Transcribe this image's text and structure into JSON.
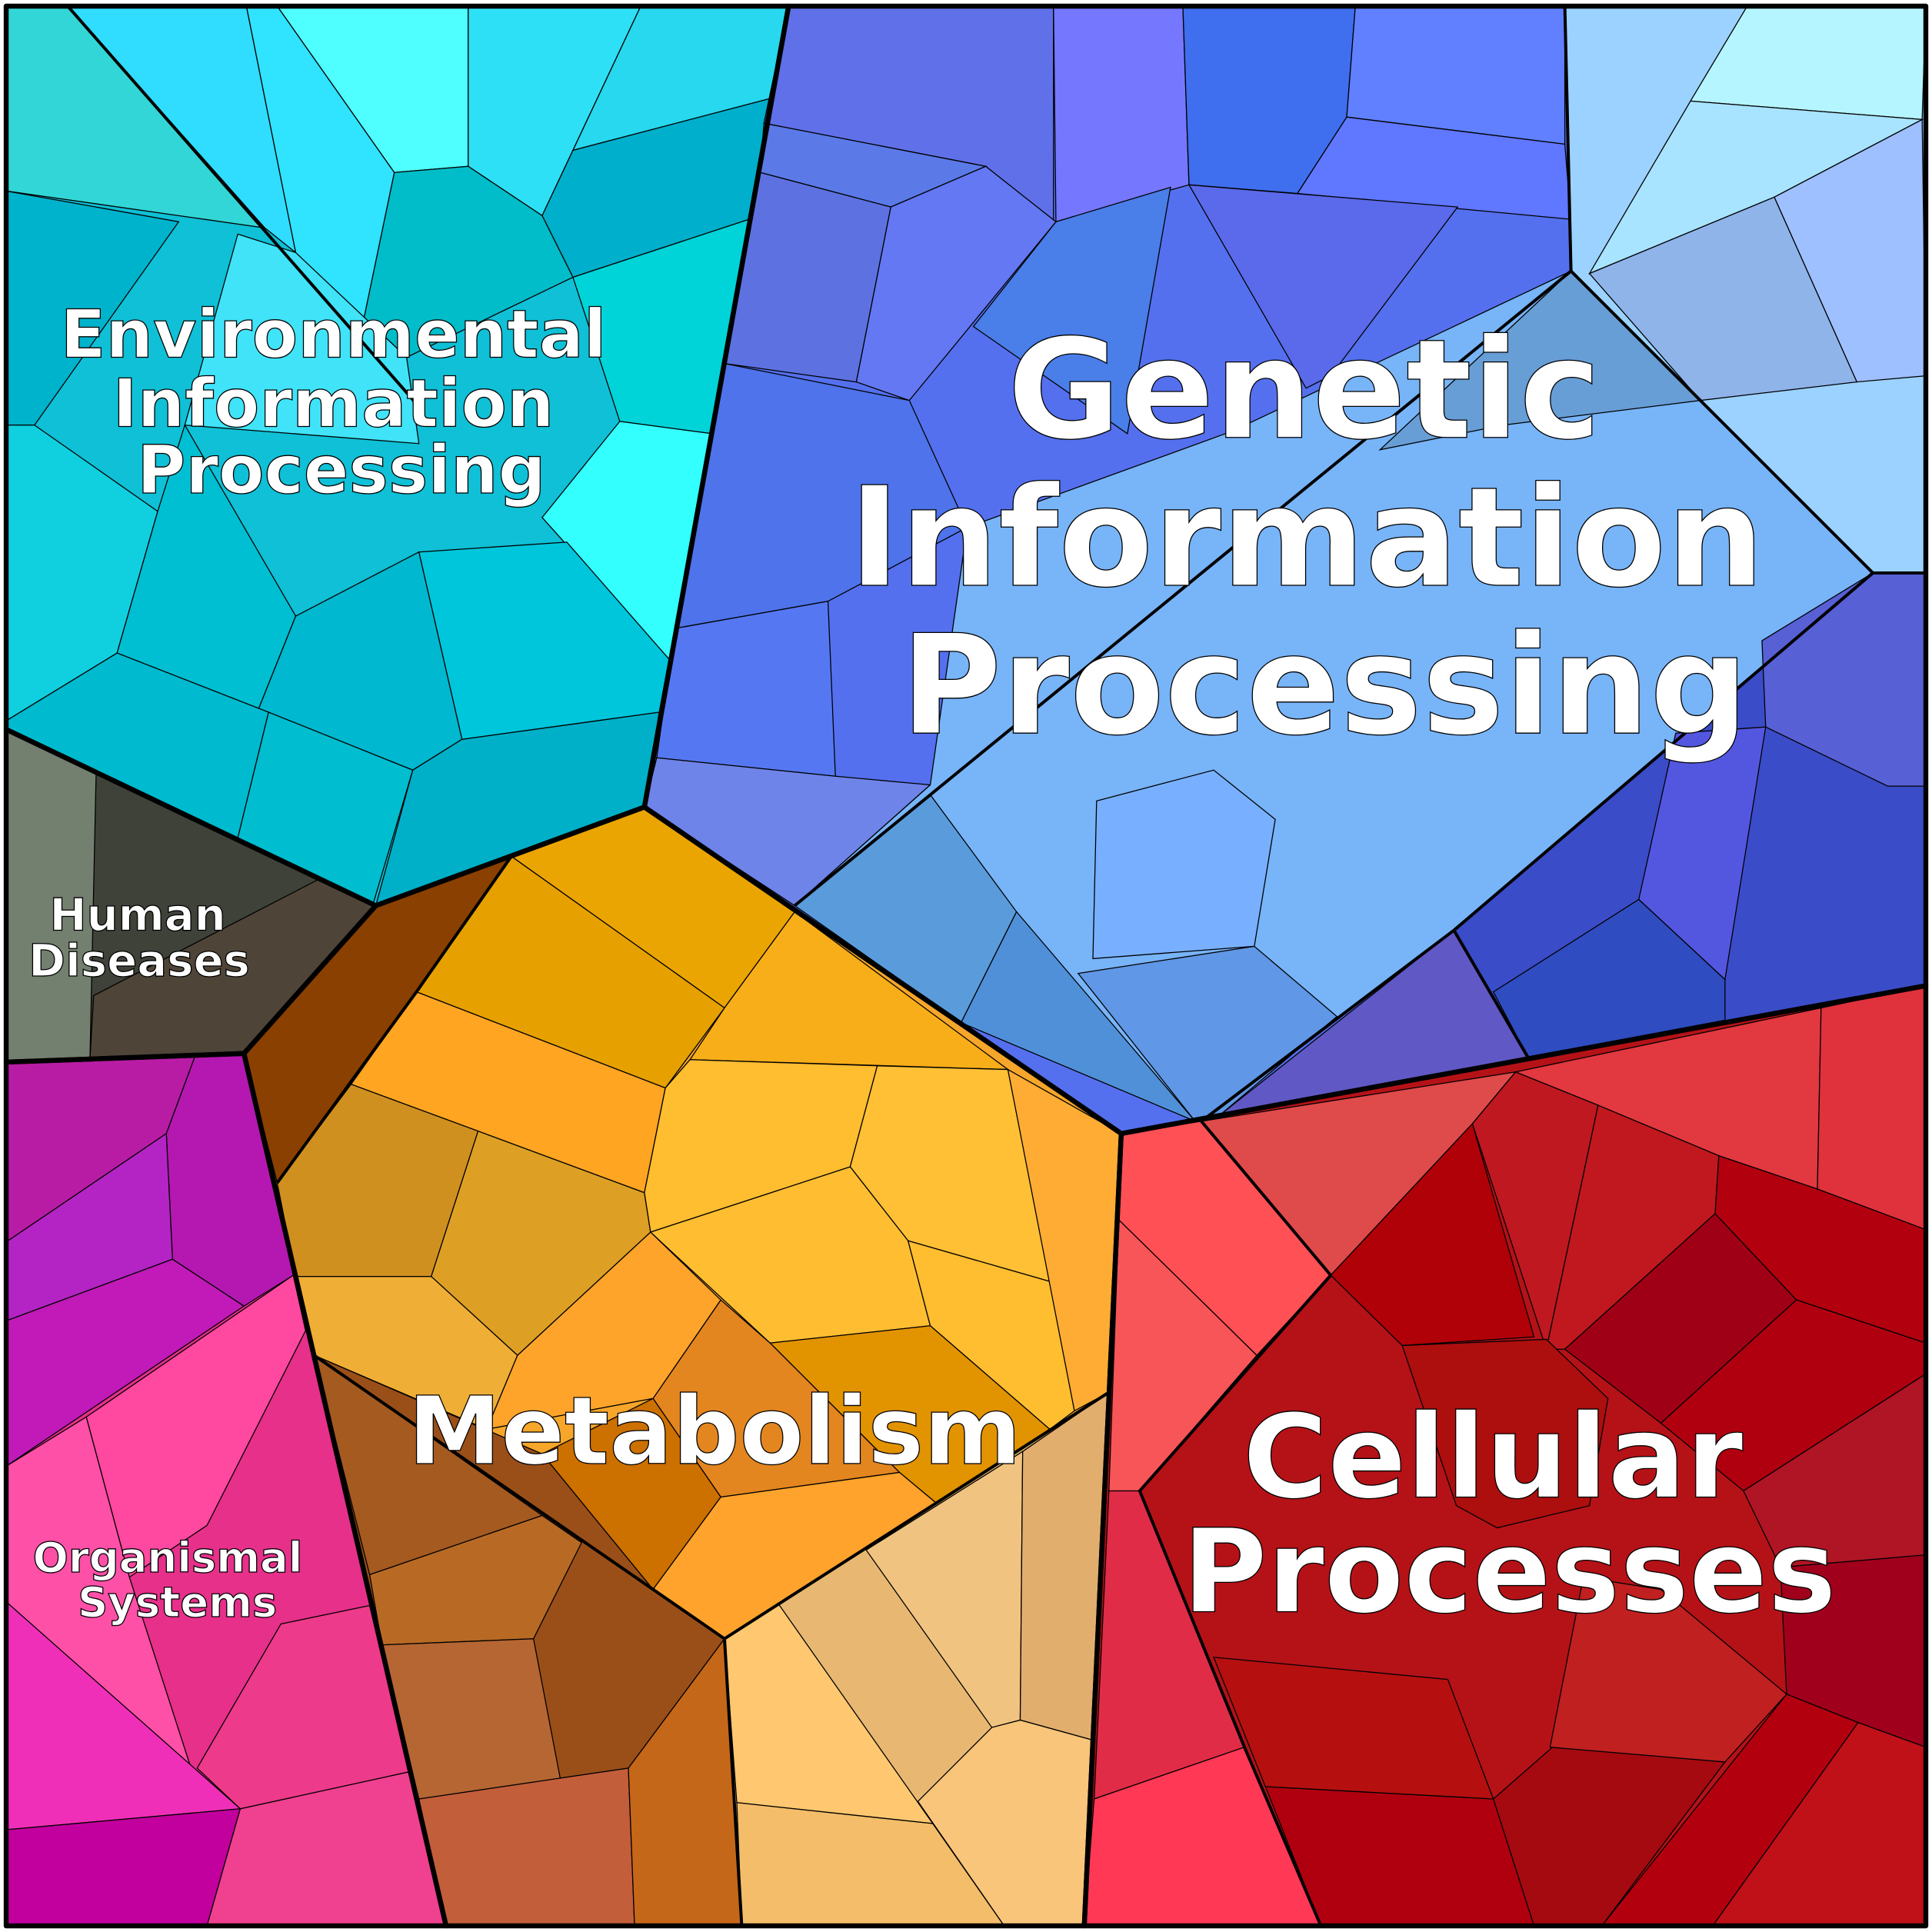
{
  "chart_data": {
    "type": "voronoi-treemap",
    "categories": [
      {
        "name": "Genetic Information Processing",
        "lines": [
          "Genetic",
          "Information",
          "Processing"
        ],
        "color": "#5B6FE8"
      },
      {
        "name": "Environmental Information Processing",
        "lines": [
          "Environmental",
          "Information",
          "Processing"
        ],
        "color": "#10C4D8"
      },
      {
        "name": "Metabolism",
        "lines": [
          "Metabolism"
        ],
        "color": "#F5A623"
      },
      {
        "name": "Cellular Processes",
        "lines": [
          "Cellular",
          "Processes"
        ],
        "color": "#C0181C"
      },
      {
        "name": "Human Diseases",
        "lines": [
          "Human",
          "Diseases"
        ],
        "color": "#45443A"
      },
      {
        "name": "Organismal Systems",
        "lines": [
          "Organismal",
          "Systems"
        ],
        "color": "#D81E9E"
      }
    ]
  }
}
